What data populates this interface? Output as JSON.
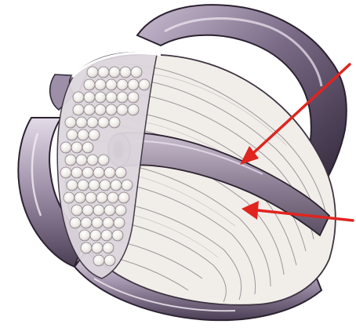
{
  "figure": {
    "subject": "anatomical-cross-section-illustration",
    "colors": {
      "background": "#ffffff",
      "sheath_dark": "#3a2f44",
      "sheath_mid": "#7a6a86",
      "sheath_light": "#cbbfd3",
      "fiber_light": "#f3f1ec",
      "fiber_shadow": "#b9b2b8",
      "vessel": "#8d7f95",
      "arrow": "#e0241f"
    },
    "arrows": [
      {
        "name": "upper-arrow"
      },
      {
        "name": "lower-arrow"
      }
    ]
  }
}
